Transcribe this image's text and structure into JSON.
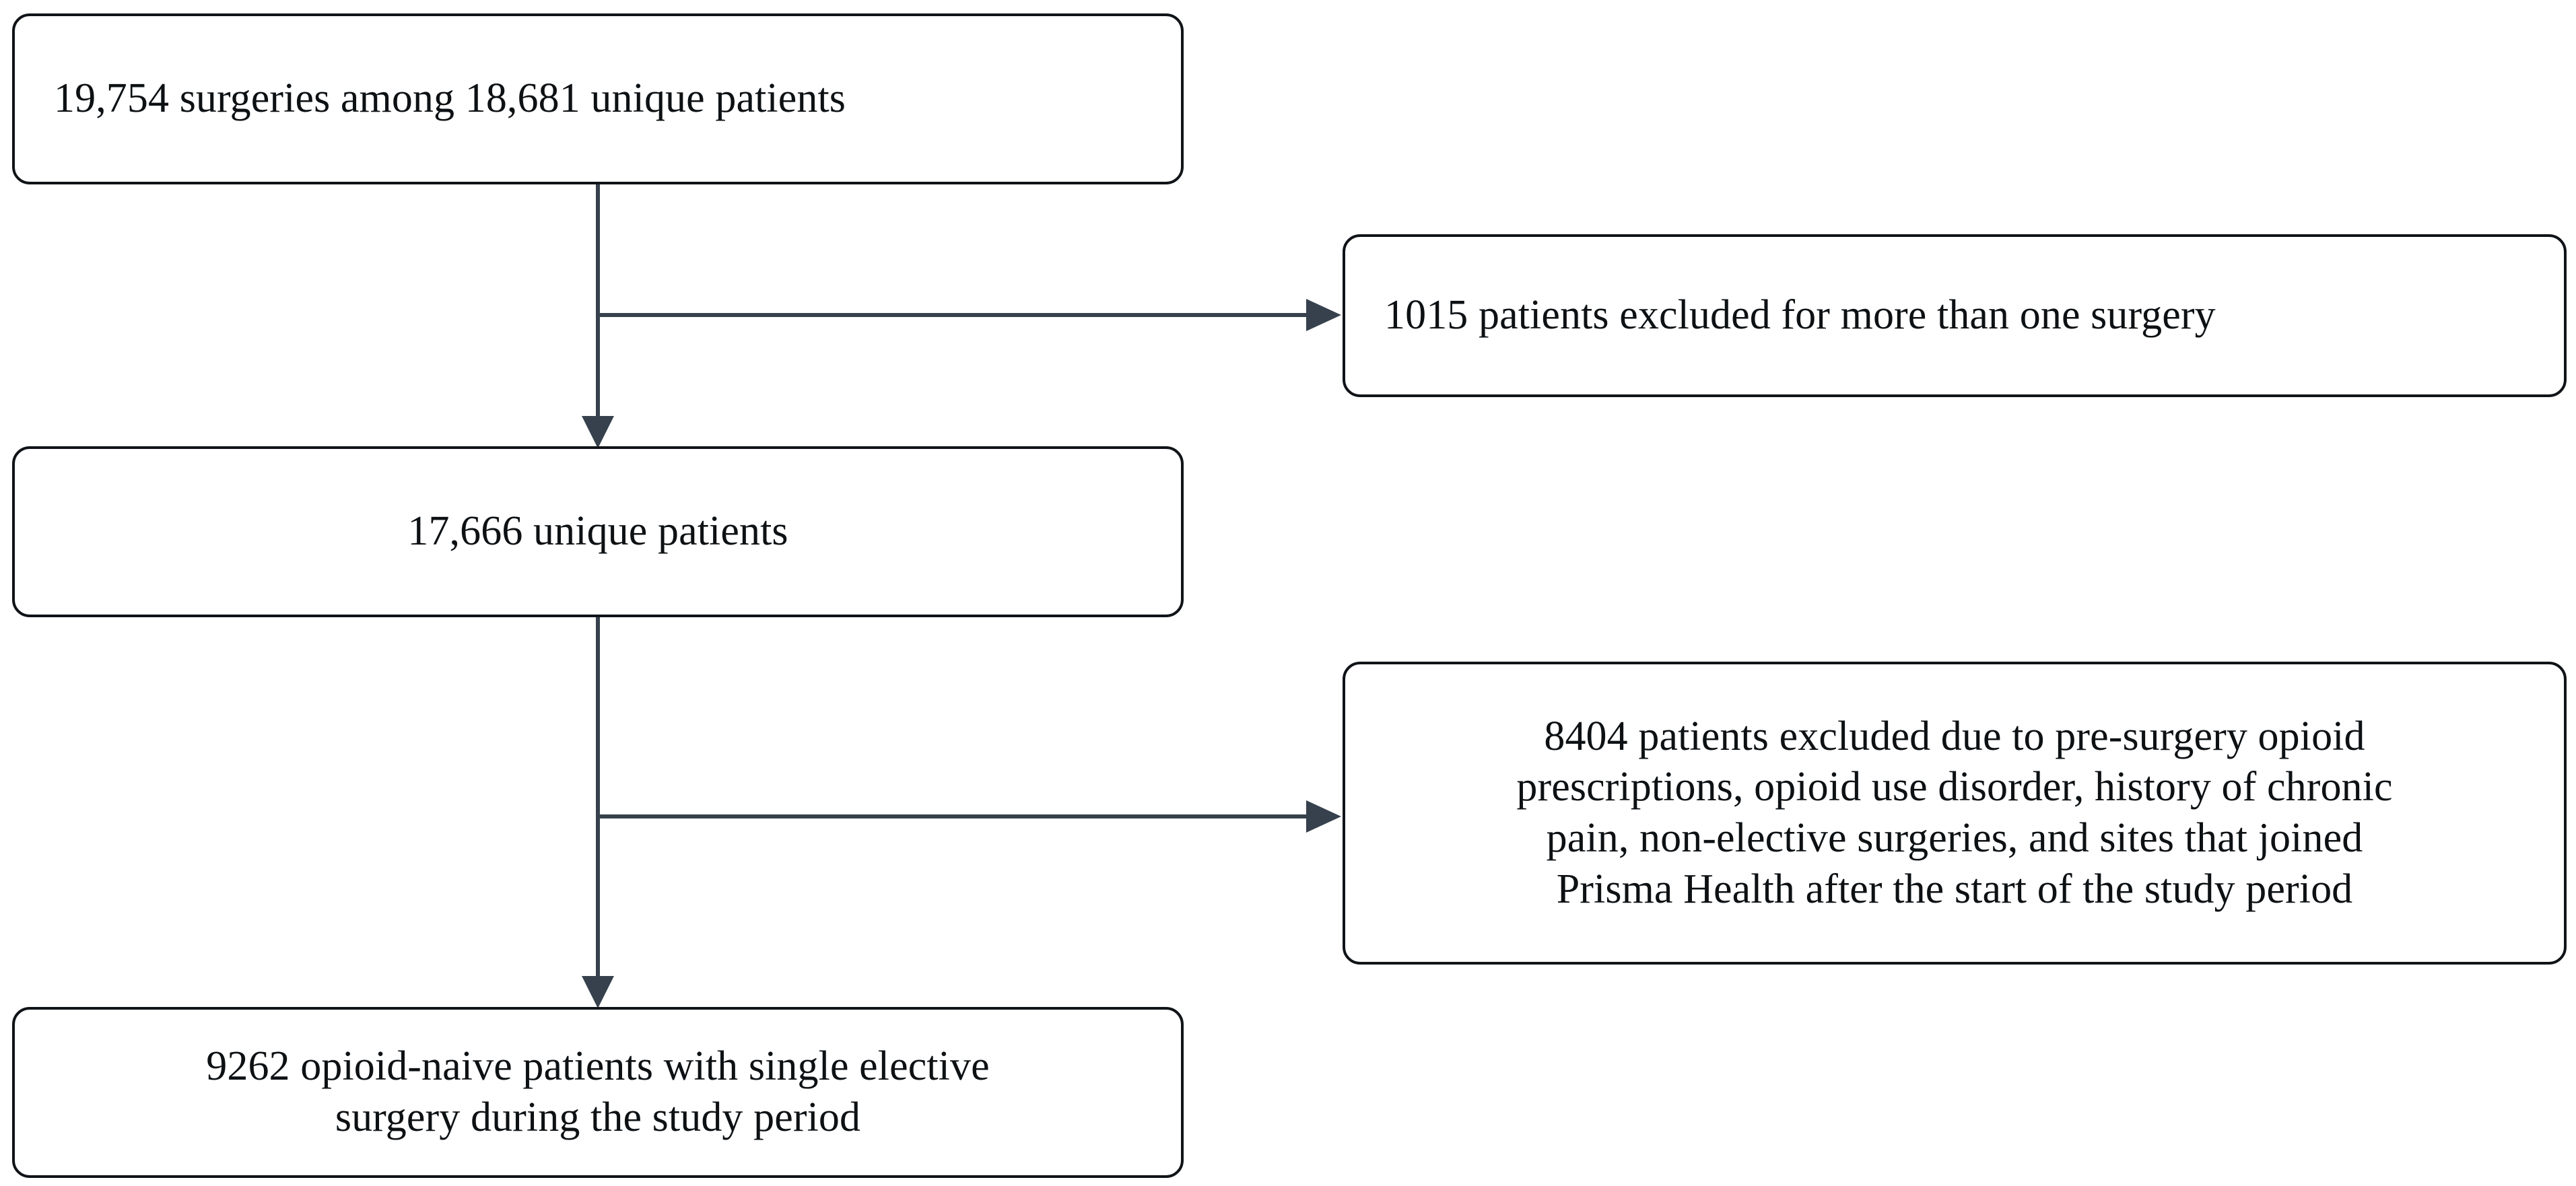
{
  "diagram": {
    "type": "flowchart",
    "title": "Patient cohort selection flow",
    "colors": {
      "node_border": "#101418",
      "node_fill": "#ffffff",
      "connector": "#36414d",
      "text": "#0d1114",
      "background": "#ffffff"
    }
  },
  "nodes": {
    "cohort_initial": {
      "id": "cohort-initial",
      "text": "19,754 surgeries among 18,681 unique patients",
      "count": 19754,
      "patients": 18681,
      "align": "left"
    },
    "exclusion_multiple_surgery": {
      "id": "exclusion-multiple-surgery",
      "text": "1015 patients excluded for more than one surgery",
      "count": 1015,
      "align": "left"
    },
    "cohort_unique": {
      "id": "cohort-unique",
      "text": "17,666 unique patients",
      "count": 17666,
      "align": "center"
    },
    "exclusion_criteria": {
      "id": "exclusion-criteria",
      "text": "8404 patients excluded due to pre-surgery opioid\nprescriptions, opioid use disorder, history of chronic\npain, non-elective surgeries, and sites that joined\nPrisma Health after the start of the study period",
      "count": 8404,
      "align": "center"
    },
    "cohort_final": {
      "id": "cohort-final",
      "text": "9262 opioid-naive patients with single elective\nsurgery during the study period",
      "count": 9262,
      "align": "center"
    }
  },
  "edges": [
    {
      "id": "edge-initial-to-unique",
      "from": "cohort_initial",
      "to": "cohort_unique",
      "direction": "down",
      "label": ""
    },
    {
      "id": "edge-initial-to-exclusion-multiple-surgery",
      "from": "cohort_initial",
      "to": "exclusion_multiple_surgery",
      "direction": "right",
      "label": ""
    },
    {
      "id": "edge-unique-to-final",
      "from": "cohort_unique",
      "to": "cohort_final",
      "direction": "down",
      "label": ""
    },
    {
      "id": "edge-unique-to-exclusion-criteria",
      "from": "cohort_unique",
      "to": "exclusion_criteria",
      "direction": "right",
      "label": ""
    }
  ]
}
